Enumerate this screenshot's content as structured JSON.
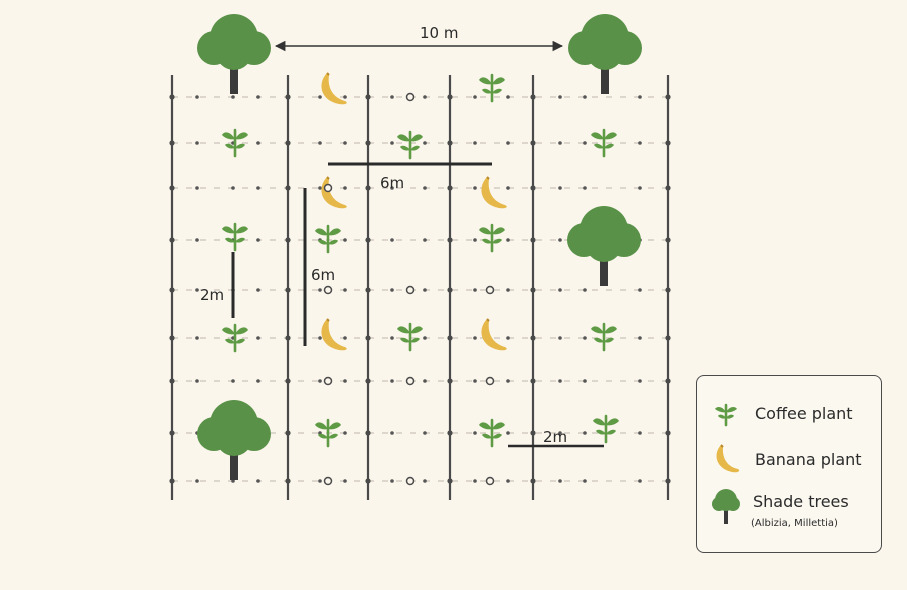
{
  "dimensions": {
    "top_spacing": "10 m",
    "row_spacing_horizontal": "6m",
    "row_spacing_vertical": "6m",
    "plant_spacing_vertical": "2m",
    "plant_spacing_horizontal": "2m"
  },
  "legend": {
    "coffee_label": "Coffee plant",
    "banana_label": "Banana plant",
    "shade_label": "Shade trees",
    "shade_species": "(Albizia, Millettia)"
  },
  "colors": {
    "background": "#faf6ec",
    "line": "#4a4a4a",
    "coffee": "#5f9a45",
    "banana": "#e6b84a",
    "tree_canopy": "#5a9148",
    "tree_trunk": "#3a3a3a"
  },
  "icons": {
    "coffee": "coffee-plant-icon",
    "banana": "banana-plant-icon",
    "shade": "shade-tree-icon"
  }
}
